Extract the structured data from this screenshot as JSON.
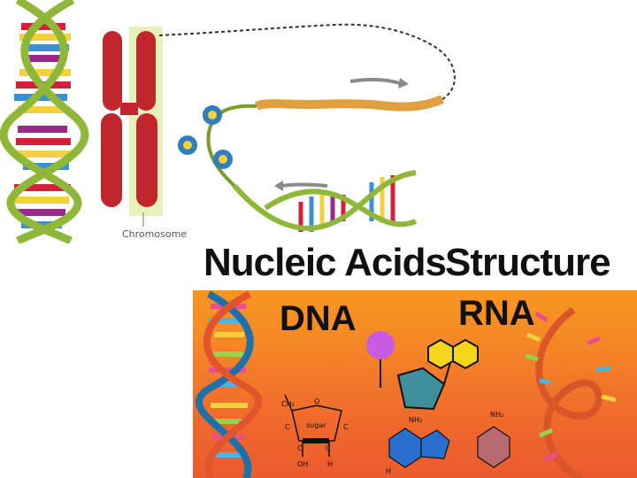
{
  "illustration": {
    "chromosome_label": "Chromosome"
  },
  "poster": {
    "title_part1": "Nucleic Acids",
    "title_part2": "Structure",
    "dna_label": "DNA",
    "rna_label": "RNA",
    "chem_labels": {
      "ch2": "CH₂",
      "o": "O",
      "sugar": "sugar",
      "c1": "C",
      "c2": "C",
      "c3": "C",
      "c4": "C",
      "oh": "OH",
      "h1": "H",
      "h2": "H",
      "nh2_a": "NH₂",
      "nh2_b": "NH₂"
    }
  }
}
